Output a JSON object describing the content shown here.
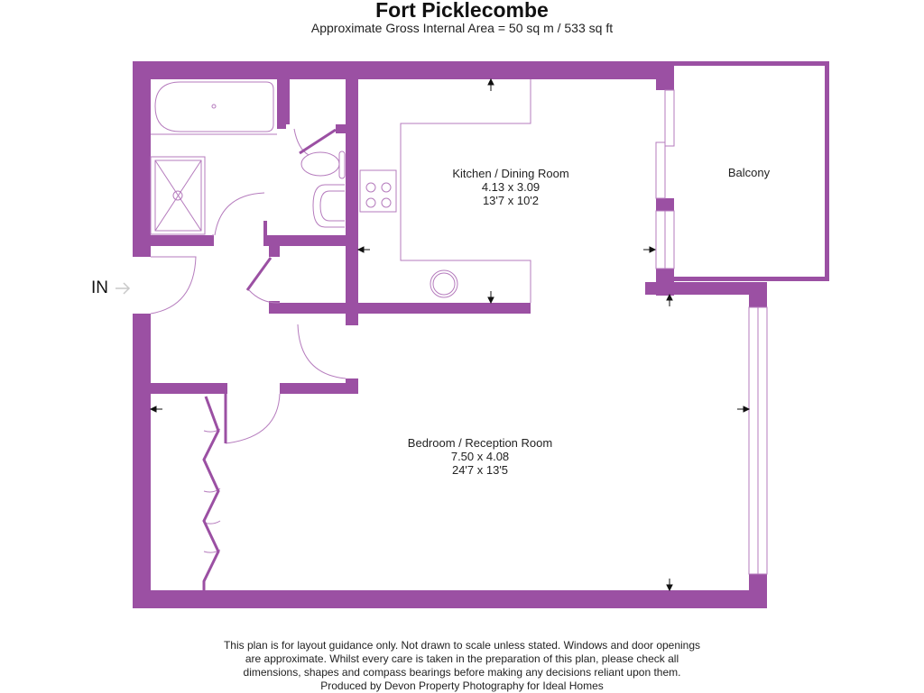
{
  "header": {
    "title": "Fort Picklecombe",
    "subtitle": "Approximate Gross Internal Area = 50 sq m / 533 sq ft"
  },
  "colors": {
    "wall": "#9b50a3",
    "fixture_line": "#b57bbd",
    "background": "#ffffff",
    "text": "#222222"
  },
  "entrance": {
    "label": "IN",
    "icon": "arrow-right-icon"
  },
  "rooms": [
    {
      "name": "Kitchen / Dining Room",
      "metric": "4.13 x 3.09",
      "imperial": "13'7 x 10'2"
    },
    {
      "name": "Balcony"
    },
    {
      "name": "Bedroom / Reception Room",
      "metric": "7.50 x 4.08",
      "imperial": "24'7 x 13'5"
    }
  ],
  "fixtures": [
    "bath",
    "shower-tray",
    "toilet",
    "bathroom-sink",
    "hob",
    "kitchen-sink",
    "wardrobe-bifold-doors"
  ],
  "footer": {
    "lines": [
      "This plan is for layout guidance only. Not drawn to scale unless stated. Windows and door openings",
      "are approximate. Whilst every care is taken in the preparation of this plan, please check all",
      "dimensions, shapes and compass bearings before making any decisions reliant upon them.",
      "Produced by Devon Property Photography for Ideal Homes"
    ]
  }
}
